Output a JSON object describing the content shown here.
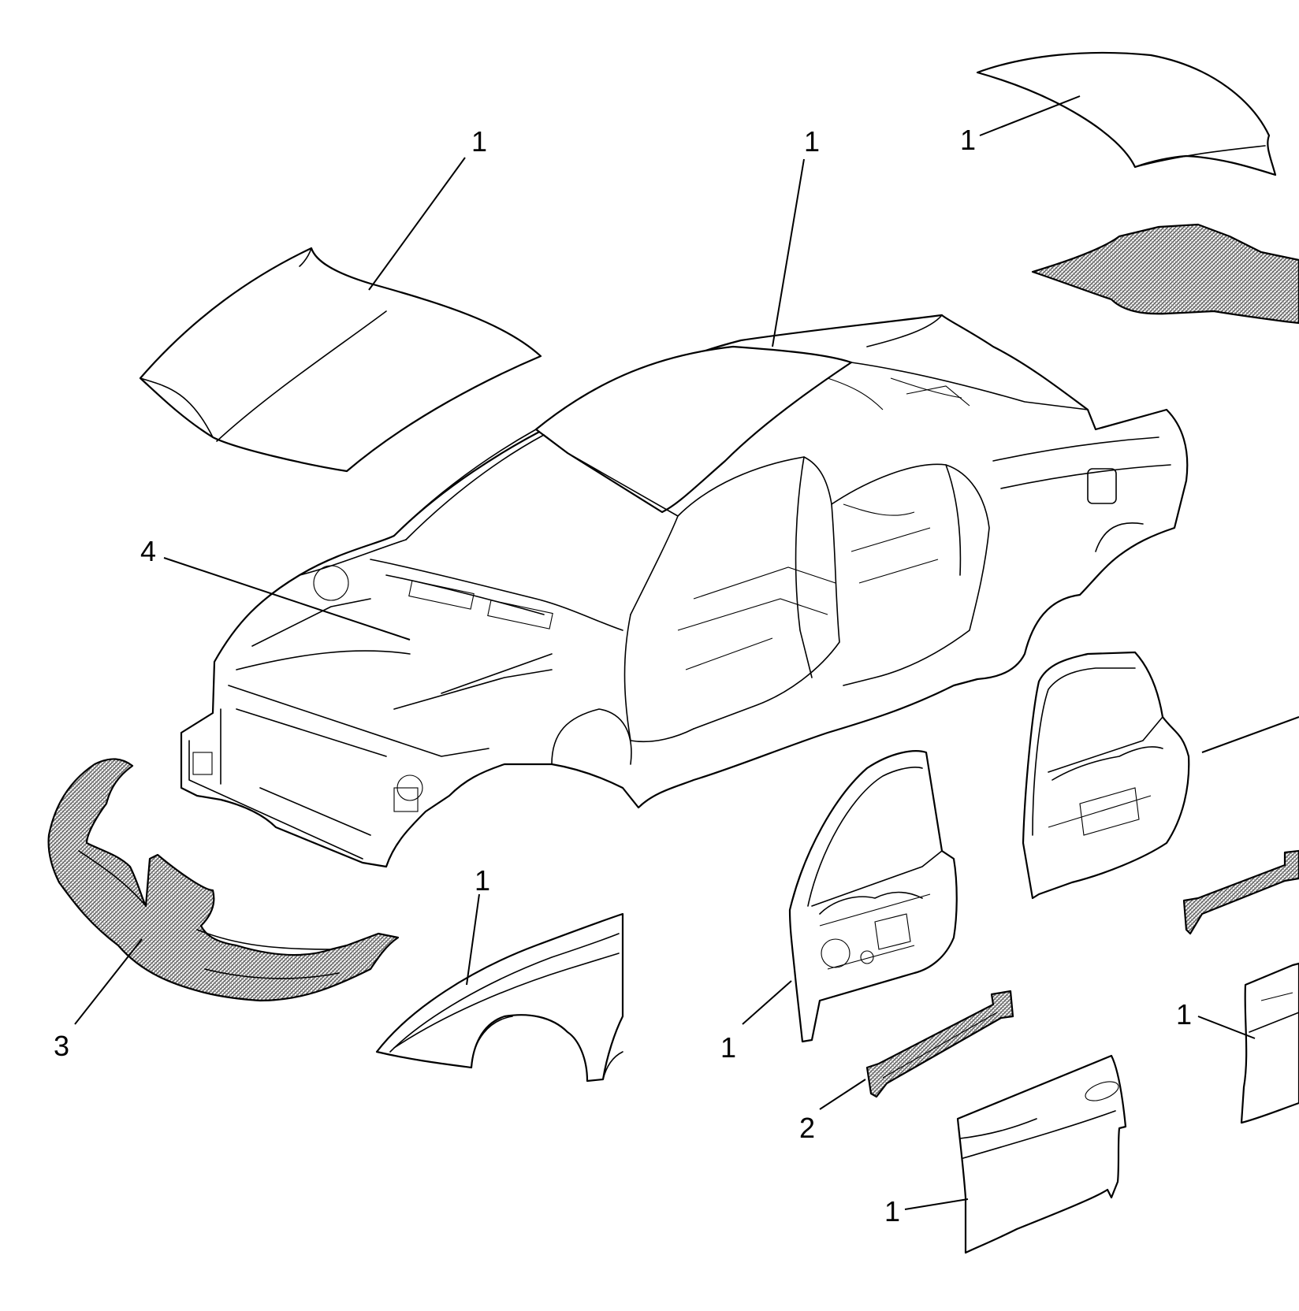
{
  "diagram": {
    "callouts": [
      {
        "id": "hood",
        "label": "1"
      },
      {
        "id": "roof",
        "label": "1"
      },
      {
        "id": "trunk-lid",
        "label": "1"
      },
      {
        "id": "front-bumper-fascia",
        "label": "3"
      },
      {
        "id": "front-structure",
        "label": "4"
      },
      {
        "id": "front-fender",
        "label": "1"
      },
      {
        "id": "front-door-frame",
        "label": "1"
      },
      {
        "id": "front-door-beam",
        "label": "2"
      },
      {
        "id": "front-door-outer-panel",
        "label": "1"
      },
      {
        "id": "rear-door-outer-panel",
        "label": "1"
      }
    ],
    "colors": {
      "line": "#000000",
      "background": "#ffffff",
      "hatch": "#777777"
    }
  }
}
